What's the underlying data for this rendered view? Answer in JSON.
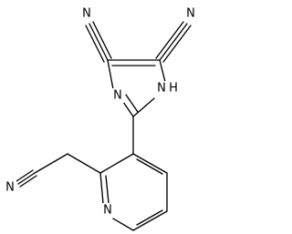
{
  "atom_labels": {
    "n_cyano_top_left": "N",
    "n_cyano_top_right": "N",
    "n_imidazole_3": "N",
    "n_imidazole_1": "N",
    "h_imidazole": "H",
    "n_cyano_side": "N",
    "n_pyridine": "N"
  }
}
